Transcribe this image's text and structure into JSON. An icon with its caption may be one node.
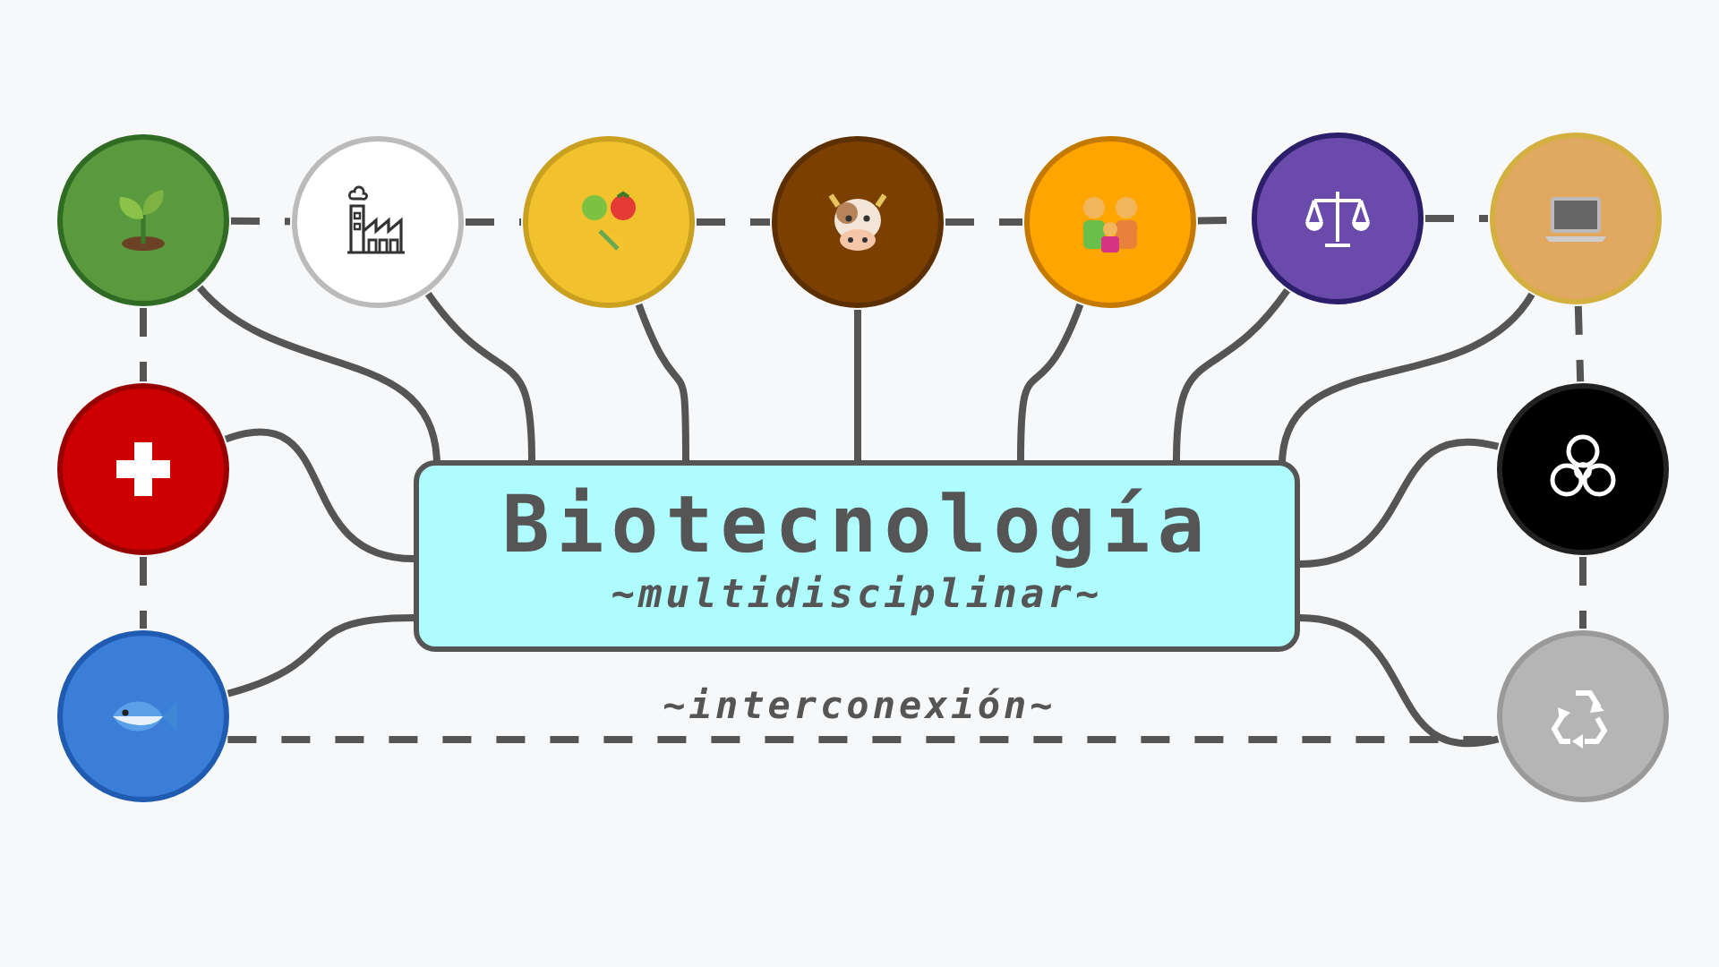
{
  "diagram": {
    "nodes": [
      {
        "text": [],
        "shape": "circle"
      },
      {
        "text": [],
        "shape": "circle"
      },
      {
        "text": [],
        "shape": "circle"
      },
      {
        "text": [],
        "shape": "circle"
      },
      {
        "text": [],
        "shape": "circle"
      },
      {
        "text": [],
        "shape": "circle"
      },
      {
        "text": [],
        "shape": "circle"
      },
      {
        "text": [],
        "shape": "circle"
      },
      {
        "text": [
          "Biotecnología",
          "~multidisciplinar~"
        ]
      },
      {
        "text": [],
        "shape": "circle"
      },
      {
        "text": [],
        "shape": "circle"
      },
      {
        "text": [],
        "shape": "circle"
      }
    ],
    "edges": [
      {
        "from": 0,
        "to": 8,
        "arrow": "none"
      },
      {
        "from": 1,
        "to": 8,
        "arrow": "none"
      },
      {
        "from": 2,
        "to": 8,
        "arrow": "none"
      },
      {
        "from": 3,
        "to": 8,
        "arrow": "none"
      },
      {
        "from": 4,
        "to": 8,
        "arrow": "none"
      },
      {
        "from": 5,
        "to": 8,
        "arrow": "none"
      },
      {
        "from": 6,
        "to": 8,
        "arrow": "none"
      },
      {
        "from": 7,
        "to": 8,
        "arrow": "none"
      },
      {
        "from": 9,
        "to": 8,
        "arrow": "none"
      },
      {
        "from": 10,
        "to": 8,
        "arrow": "none"
      },
      {
        "from": 11,
        "to": 8,
        "arrow": "none"
      },
      {
        "from": 0,
        "to": 1,
        "arrow": "none",
        "style": "dashed"
      },
      {
        "from": 1,
        "to": 2,
        "arrow": "none",
        "style": "dashed"
      },
      {
        "from": 2,
        "to": 3,
        "arrow": "none",
        "style": "dashed"
      },
      {
        "from": 3,
        "to": 4,
        "arrow": "none",
        "style": "dashed"
      },
      {
        "from": 4,
        "to": 5,
        "arrow": "none",
        "style": "dashed"
      },
      {
        "from": 5,
        "to": 6,
        "arrow": "none",
        "style": "dashed"
      },
      {
        "from": 0,
        "to": 7,
        "arrow": "none",
        "style": "dashed"
      },
      {
        "from": 7,
        "to": 10,
        "arrow": "none",
        "style": "dashed"
      },
      {
        "from": 6,
        "to": 9,
        "arrow": "none",
        "style": "dashed"
      },
      {
        "from": 9,
        "to": 11,
        "arrow": "none",
        "style": "dashed"
      },
      {
        "from": 10,
        "to": 11,
        "arrow": "none",
        "style": "dashed"
      }
    ],
    "labels": [
      "~interconexión~"
    ]
  }
}
